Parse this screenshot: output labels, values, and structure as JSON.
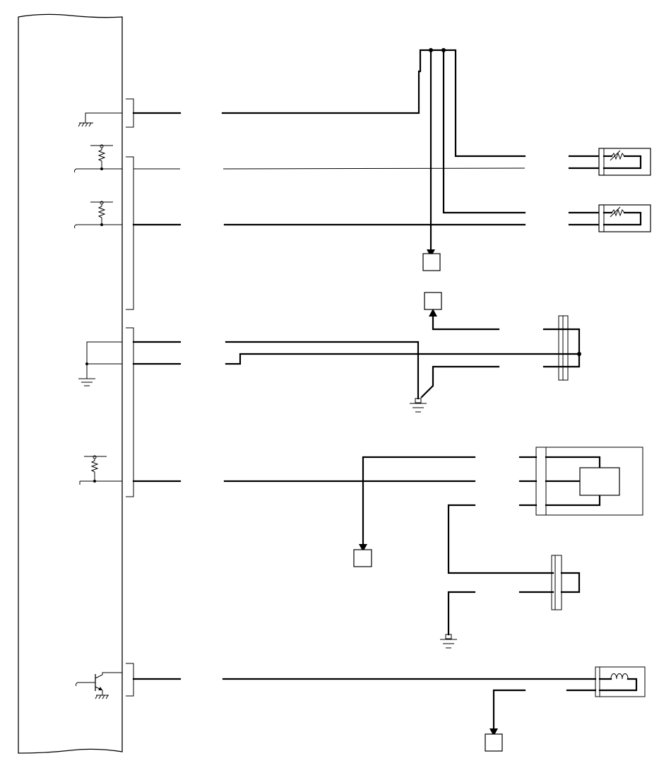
{
  "diagram": {
    "type": "wiring-schematic",
    "labels": []
  },
  "colors": {
    "line": "#000000",
    "background": "#ffffff"
  },
  "components": {
    "control_module": "module-block",
    "sensors": [
      "thermistor-sensor",
      "thermistor-sensor"
    ],
    "switches": [
      "switch-assembly"
    ],
    "relay": "relay-box",
    "connectors": [
      "two-pin-connector"
    ],
    "actuator": "coil-actuator",
    "off_page_boxes": 4,
    "ground_symbols": 5
  }
}
